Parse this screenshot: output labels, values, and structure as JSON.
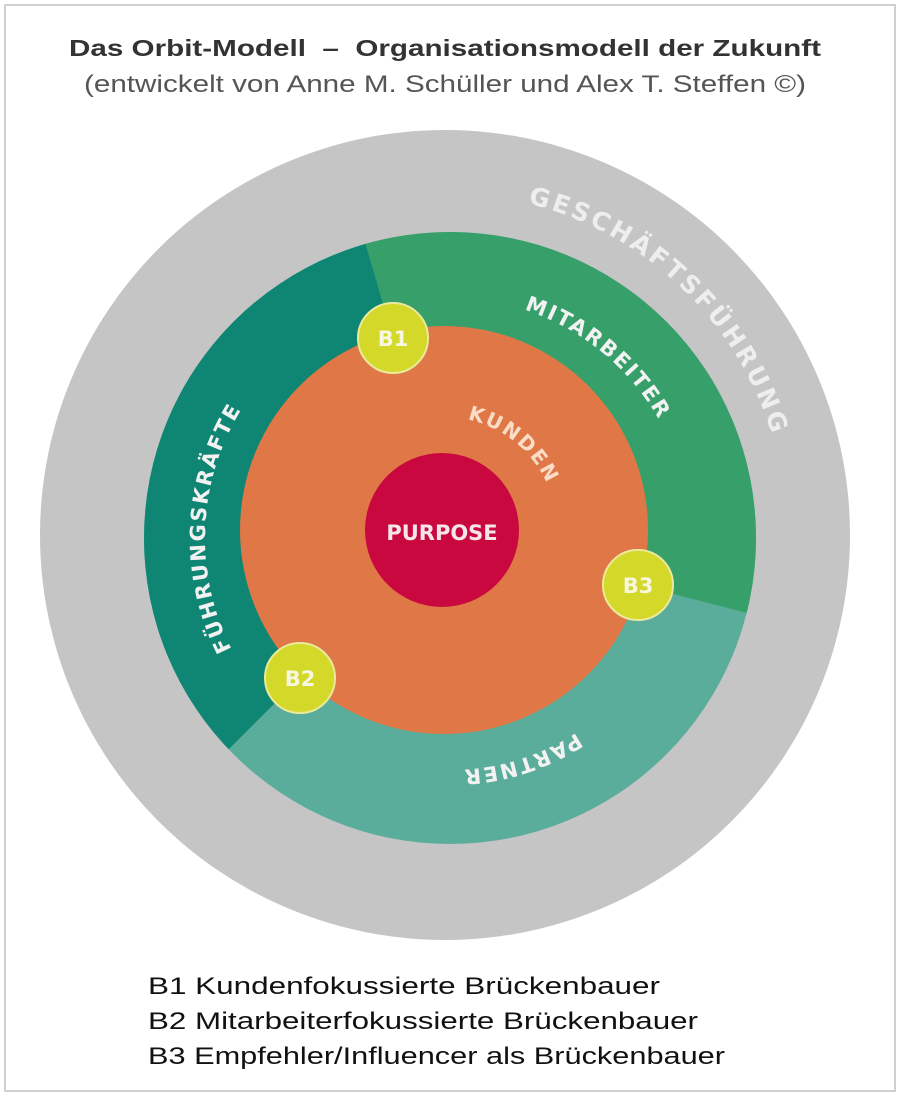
{
  "header": {
    "title": "Das Orbit-Modell  –  Organisationsmodell der Zukunft",
    "subtitle": "(entwickelt von Anne M. Schüller und Alex T. Steffen ©)"
  },
  "rings": {
    "outer": "GESCHÄFTSFÜHRUNG",
    "segments": {
      "fuehrung": "FÜHRUNGSKRÄFTE",
      "mitarbeiter": "MITARBEITER",
      "partner": "PARTNER"
    },
    "inner": "KUNDEN",
    "core": "PURPOSE"
  },
  "bridges": {
    "b1": "B1",
    "b2": "B2",
    "b3": "B3"
  },
  "legend": [
    "B1 Kundenfokussierte Brückenbauer",
    "B2 Mitarbeiterfokussierte Brückenbauer",
    "B3 Empfehler/Influencer als Brückenbauer"
  ],
  "colors": {
    "gray": "#c5c5c5",
    "fuehrung": "#0f8573",
    "mitarbeiter": "#37a06a",
    "partner": "#5bad9b",
    "kunden": "#e07747",
    "purpose": "#c9083f",
    "bridge": "#d3d829"
  }
}
